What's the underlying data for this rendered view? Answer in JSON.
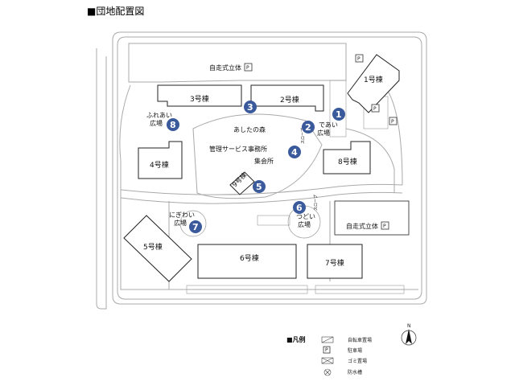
{
  "title": "■団地配置図",
  "labels": {
    "parking_north": "自走式立体",
    "parking_east": "自走式立体",
    "forest": "あしたの森",
    "management": "管理サービス事務所",
    "meeting_hall": "集会所",
    "deai": "であい\n広場",
    "fureai": "ふれあい\n広場",
    "nigiwai": "にぎわい\n広場",
    "tsudoi": "つどい\n広場",
    "slope": "スロープ",
    "p": "P"
  },
  "buildings": [
    {
      "id": "b1",
      "name": "1号棟"
    },
    {
      "id": "b2",
      "name": "2号棟"
    },
    {
      "id": "b3",
      "name": "3号棟"
    },
    {
      "id": "b4",
      "name": "4号棟"
    },
    {
      "id": "b5",
      "name": "5号棟"
    },
    {
      "id": "b6",
      "name": "6号棟"
    },
    {
      "id": "b7",
      "name": "7号棟"
    },
    {
      "id": "b8",
      "name": "8号棟"
    },
    {
      "id": "b9",
      "name": "9号棟"
    }
  ],
  "markers": [
    "1",
    "2",
    "3",
    "4",
    "5",
    "6",
    "7",
    "8"
  ],
  "legend": {
    "title": "■凡例",
    "items": [
      "自転車置場",
      "駐車場",
      "ゴミ置場",
      "防水槽"
    ],
    "parking_symbol": "P",
    "north": "N"
  },
  "colors": {
    "marker": "#3a5a9c",
    "building_stroke": "#222222",
    "road": "#aaaaaa"
  }
}
